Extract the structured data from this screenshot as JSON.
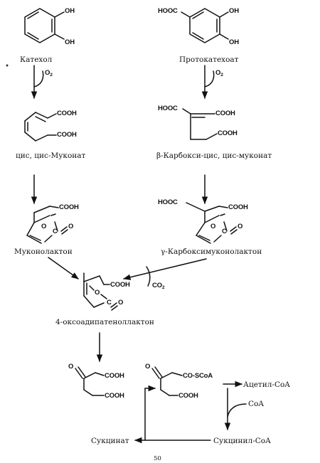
{
  "compounds": {
    "catechol": "Катехол",
    "protocatechuate": "Протокатехоат",
    "cis_cis_muconate": "цис, цис-Муконат",
    "b_carboxy_muconate": "β-Карбокси-цис, цис-муконат",
    "muconolactone": "Муконолактон",
    "g_carboxymuconolactone": "γ-Карбоксимуконолактон",
    "oxoadipate_enol_lactone": "4-оксоадипатеноллактон",
    "succinate": "Сукцинат",
    "succinyl_coa": "Сукцинил-CoA",
    "acetyl_coa": "Ацетил-CoA",
    "coa": "CoA"
  },
  "groups": {
    "oh": "OH",
    "hooc": "HOOC",
    "cooh": "COOH",
    "o": "O",
    "c": "C",
    "co_scoa": "CO-SCoA",
    "o2": "O",
    "o2_sub": "2",
    "co2": "CO",
    "co2_sub": "2"
  },
  "footer": {
    "page_number": "50"
  }
}
